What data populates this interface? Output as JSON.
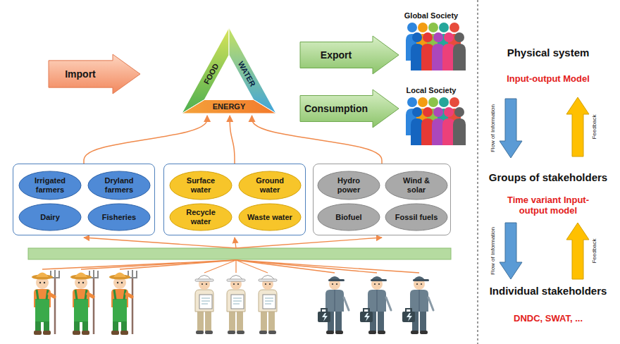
{
  "diagram": {
    "nodes": [
      {
        "text": [
          "Import"
        ]
      },
      {
        "text": [
          "FOOD",
          "WATER",
          "ENERGY"
        ]
      },
      {
        "text": [
          "Export"
        ]
      },
      {
        "text": [
          "Consumption"
        ]
      },
      {
        "text": []
      },
      {
        "text": [
          "Irrigated farmers"
        ],
        "in": 4
      },
      {
        "text": [
          "Dryland farmers"
        ],
        "in": 4
      },
      {
        "text": [
          "Dairy"
        ],
        "in": 4
      },
      {
        "text": [
          "Fisheries"
        ],
        "in": 4
      },
      {
        "text": []
      },
      {
        "text": [
          "Surface water"
        ],
        "in": 9
      },
      {
        "text": [
          "Ground water"
        ],
        "in": 9
      },
      {
        "text": [
          "Recycle water"
        ],
        "in": 9
      },
      {
        "text": [
          "Waste water"
        ],
        "in": 9
      },
      {
        "text": []
      },
      {
        "text": [
          "Hydro power"
        ],
        "in": 14
      },
      {
        "text": [
          "Wind & solar"
        ],
        "in": 14
      },
      {
        "text": [
          "Biofuel"
        ],
        "in": 14
      },
      {
        "text": [
          "Fossil fuels"
        ],
        "in": 14
      }
    ],
    "edges": [
      {
        "from": 4,
        "to": 1,
        "arrow": "to"
      },
      {
        "from": 9,
        "to": 1,
        "arrow": "to"
      },
      {
        "from": 14,
        "to": 1,
        "arrow": "to"
      }
    ],
    "labels": [
      "Global Society",
      "Local Society",
      "Physical system",
      "Input-output Model",
      "Flow of Information",
      "Feedback",
      "Groups of stakeholders",
      "Time variant Input-output model",
      "Flow of Information",
      "Feedback",
      "Individual stakeholders",
      "DNDC, SWAT, ..."
    ]
  }
}
